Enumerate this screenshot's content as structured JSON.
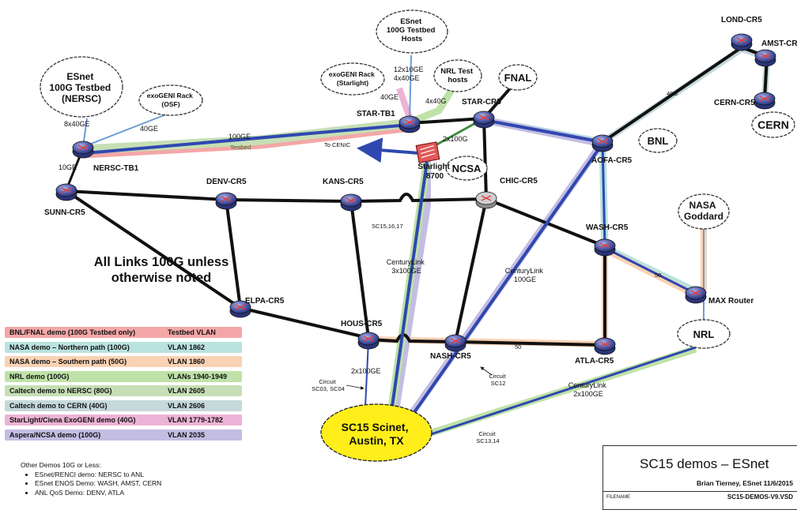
{
  "colors": {
    "bnl_fnal": "#f4a7a7",
    "nasa_north": "#b9e2e0",
    "nasa_south": "#f9d2b4",
    "nrl": "#bfe2a8",
    "caltech_nersc": "#c6dfb5",
    "caltech_cern": "#c5d9da",
    "starlight_ciena": "#edb3d6",
    "aspera_ncsa": "#c4bde2",
    "core_link": "#111111",
    "blue_link": "#2f48b0",
    "scinet": "#ffee1a"
  },
  "nodes": {
    "lond": "LOND-CR5",
    "amst": "AMST-CR",
    "cern_cr5": "CERN-CR5",
    "aofa": "AOFA-CR5",
    "star_tb1": "STAR-TB1",
    "star_cr5": "STAR-CR5",
    "starlight": "Starlight\n8700",
    "nersc_tb1": "NERSC-TB1",
    "sunn": "SUNN-CR5",
    "denv": "DENV-CR5",
    "kans": "KANS-CR5",
    "chic": "CHIC-CR5",
    "wash": "WASH-CR5",
    "max_router": "MAX Router",
    "elpa": "ELPA-CR5",
    "hous": "HOUS-CR5",
    "nash": "NASH-CR5",
    "atla": "ATLA-CR5"
  },
  "clouds": {
    "esnet_testbed_hosts": "ESnet\n100G Testbed\nHosts",
    "exogeni_starlight": "exoGENI Rack\n(Starlight)",
    "nrl_test_hosts": "NRL Test\nhosts",
    "fnal": "FNAL",
    "esnet_nersc": "ESnet\n100G Testbed\n(NERSC)",
    "exogeni_osf": "exoGENI Rack\n(OSF)",
    "bnl": "BNL",
    "ncsa": "NCSA",
    "cern": "CERN",
    "nasa_goddard": "NASA\nGoddard",
    "nrl": "NRL",
    "sc15": "SC15 Scinet,\nAustin, TX"
  },
  "link_labels": {
    "l_12x10": "12x10GE",
    "l_4x40_a": "4x40GE",
    "l_40ge_a": "40GE",
    "l_4x40_b": "4x40G",
    "l_2x100": "2x100G",
    "l_100ge": "100GE",
    "l_testbed": "Testbed",
    "l_8x40": "8x40GE",
    "l_40ge_b": "40GE",
    "l_10ge": "10GE",
    "l_cenic": "To CENIC",
    "l_40g": "40G",
    "l_sc15": "SC15,16,17",
    "l_centurylink_a": "CenturyLink\n3x100GE",
    "l_centurylink_b": "CenturyLink\n100GE",
    "l_centurylink_c": "CenturyLink\n2x100GE",
    "l_50_a": "50",
    "l_50_b": "50",
    "l_2x100ge": "2x100GE",
    "l_circuit_a": "Circuit\nSC03, SC04",
    "l_circuit_b": "Circuit\nSC12",
    "l_circuit_c": "Circuit\nSC13,14"
  },
  "note": "All Links 100G unless\notherwise noted",
  "legend": [
    {
      "label": "BNL/FNAL demo (100G Testbed only)",
      "vlan": "Testbed VLAN",
      "color_key": "bnl_fnal"
    },
    {
      "label": "NASA demo – Northern path (100G)",
      "vlan": "VLAN 1862",
      "color_key": "nasa_north"
    },
    {
      "label": "NASA demo – Southern path (50G)",
      "vlan": "VLAN 1860",
      "color_key": "nasa_south"
    },
    {
      "label": "NRL demo (100G)",
      "vlan": "VLANs 1940-1949",
      "color_key": "nrl"
    },
    {
      "label": "Caltech demo to NERSC  (80G)",
      "vlan": "VLAN 2605",
      "color_key": "caltech_nersc"
    },
    {
      "label": "Caltech demo to CERN  (40G)",
      "vlan": "VLAN 2606",
      "color_key": "caltech_cern"
    },
    {
      "label": "StarLight/Ciena ExoGENI demo  (40G)",
      "vlan": "VLAN 1779-1782",
      "color_key": "starlight_ciena"
    },
    {
      "label": "Aspera/NCSA demo (100G)",
      "vlan": "VLAN 2035",
      "color_key": "aspera_ncsa"
    }
  ],
  "other_demos": {
    "heading": "Other Demos 10G or Less:",
    "items": [
      "ESnet/RENCI demo: NERSC to ANL",
      "ESnet ENOS  Demo: WASH, AMST, CERN",
      "ANL QoS Demo: DENV, ATLA"
    ]
  },
  "title_block": {
    "title": "SC15 demos – ESnet",
    "author": "Brian Tierney, ESnet 11/6/2015",
    "filename_label": "FILENAME",
    "filename": "SC15-DEMOS-V9.VSD"
  }
}
